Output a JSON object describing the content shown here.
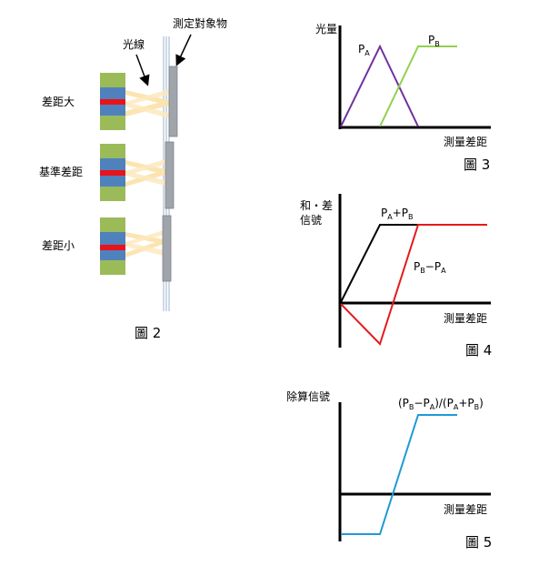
{
  "figure2": {
    "caption": "圖 2",
    "label_object": "測定對象物",
    "label_light": "光線",
    "rows": [
      {
        "label": "差距大"
      },
      {
        "label": "基準差距"
      },
      {
        "label": "差距小"
      }
    ],
    "colors": {
      "sensor_green": "#9bbb59",
      "sensor_blue": "#4f81bd",
      "emitter_red": "#e8131b",
      "light_beam": "#fce4b0",
      "object_gray": "#a0a4ab"
    }
  },
  "figure3": {
    "caption": "圖 3",
    "ylabel": "光量",
    "xlabel": "測量差距",
    "series_labels": [
      {
        "main": "P",
        "sub": "A"
      },
      {
        "main": "P",
        "sub": "B"
      }
    ],
    "colors": {
      "PA": "#7030a0",
      "PB": "#92d050"
    }
  },
  "figure4": {
    "caption": "圖 4",
    "ylabel_line1": "和・差",
    "ylabel_line2": "信號",
    "xlabel": "測量差距",
    "sum_label": {
      "p1": "P",
      "s1": "A",
      "op": "+",
      "p2": "P",
      "s2": "B"
    },
    "diff_label": {
      "p1": "P",
      "s1": "B",
      "op": "−",
      "p2": "P",
      "s2": "A"
    },
    "colors": {
      "sum": "#000000",
      "diff": "#e31a1c"
    }
  },
  "figure5": {
    "caption": "圖 5",
    "ylabel": "除算信號",
    "xlabel": "測量差距",
    "ratio_label": {
      "t1": "(P",
      "s1": "B",
      "t2": "−P",
      "s2": "A",
      "t3": ")/(P",
      "s3": "A",
      "t4": "+P",
      "s4": "B",
      "t5": ")"
    },
    "colors": {
      "ratio": "#1e9ad6"
    }
  }
}
